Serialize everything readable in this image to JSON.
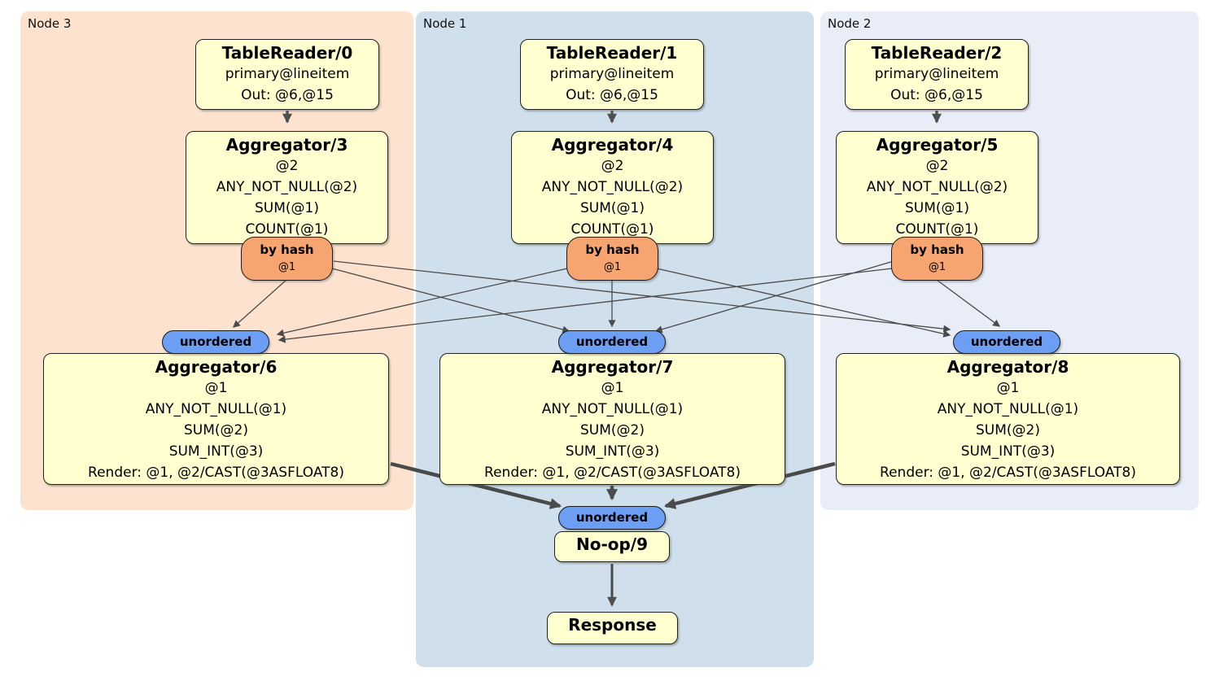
{
  "diagram": {
    "groups": {
      "node3": {
        "label": "Node 3"
      },
      "node1": {
        "label": "Node 1"
      },
      "node2": {
        "label": "Node 2"
      }
    },
    "colors": {
      "node3_bg": "#fde3cf",
      "node1_bg": "#cfe0ec",
      "node2_bg": "#e9edf7",
      "processor_bg": "#ffffcf",
      "processor_border": "#222222",
      "hash_router_bg": "#f6a470",
      "sync_badge_bg": "#6c9ef3",
      "edge_color": "#4a4a4a"
    },
    "boxes": {
      "tr0": {
        "title": "TableReader/0",
        "lines": [
          "primary@lineitem",
          "Out: @6,@15"
        ]
      },
      "tr1": {
        "title": "TableReader/1",
        "lines": [
          "primary@lineitem",
          "Out: @6,@15"
        ]
      },
      "tr2": {
        "title": "TableReader/2",
        "lines": [
          "primary@lineitem",
          "Out: @6,@15"
        ]
      },
      "agg3": {
        "title": "Aggregator/3",
        "lines": [
          "@2",
          "ANY_NOT_NULL(@2)",
          "SUM(@1)",
          "COUNT(@1)"
        ]
      },
      "agg4": {
        "title": "Aggregator/4",
        "lines": [
          "@2",
          "ANY_NOT_NULL(@2)",
          "SUM(@1)",
          "COUNT(@1)"
        ]
      },
      "agg5": {
        "title": "Aggregator/5",
        "lines": [
          "@2",
          "ANY_NOT_NULL(@2)",
          "SUM(@1)",
          "COUNT(@1)"
        ]
      },
      "agg6": {
        "title": "Aggregator/6",
        "lines": [
          "@1",
          "ANY_NOT_NULL(@1)",
          "SUM(@2)",
          "SUM_INT(@3)",
          "Render: @1, @2/CAST(@3ASFLOAT8)"
        ]
      },
      "agg7": {
        "title": "Aggregator/7",
        "lines": [
          "@1",
          "ANY_NOT_NULL(@1)",
          "SUM(@2)",
          "SUM_INT(@3)",
          "Render: @1, @2/CAST(@3ASFLOAT8)"
        ]
      },
      "agg8": {
        "title": "Aggregator/8",
        "lines": [
          "@1",
          "ANY_NOT_NULL(@1)",
          "SUM(@2)",
          "SUM_INT(@3)",
          "Render: @1, @2/CAST(@3ASFLOAT8)"
        ]
      },
      "noop": {
        "title": "No-op/9"
      },
      "response": {
        "title": "Response"
      }
    },
    "badges": {
      "hash": {
        "label": "by hash",
        "sub": "@1"
      },
      "unordered": {
        "label": "unordered"
      }
    }
  }
}
